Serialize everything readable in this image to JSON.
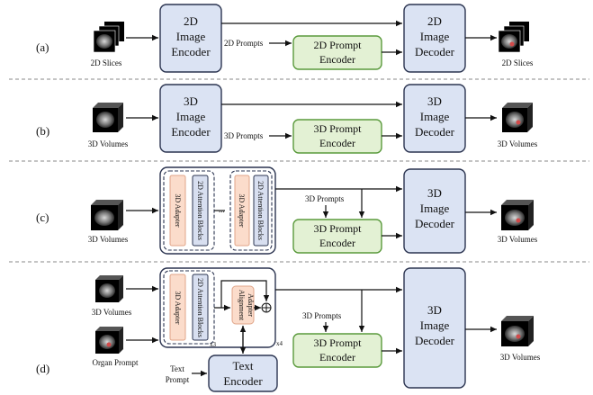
{
  "rows": {
    "a": {
      "label": "(a)",
      "input_caption": "2D Slices",
      "encoder": [
        "2D",
        "Image",
        "Encoder"
      ],
      "prompts": "2D Prompts",
      "prompt_encoder": [
        "2D Prompt",
        "Encoder"
      ],
      "decoder": [
        "2D",
        "Image",
        "Decoder"
      ],
      "output_caption": "2D Slices"
    },
    "b": {
      "label": "(b)",
      "input_caption": "3D Volumes",
      "encoder": [
        "3D",
        "Image",
        "Encoder"
      ],
      "prompts": "3D Prompts",
      "prompt_encoder": [
        "3D Prompt",
        "Encoder"
      ],
      "decoder": [
        "3D",
        "Image",
        "Decoder"
      ],
      "output_caption": "3D Volumes"
    },
    "c": {
      "label": "(c)",
      "input_caption": "3D Volumes",
      "adapter": "3D Adapter",
      "attention": "2D Attention Blocks",
      "ellipsis": "...",
      "prompts": "3D Prompts",
      "prompt_encoder": [
        "3D Prompt",
        "Encoder"
      ],
      "decoder": [
        "3D",
        "Image",
        "Decoder"
      ],
      "output_caption": "3D Volumes"
    },
    "d": {
      "label": "(d)",
      "input_caption": "3D Volumes",
      "organ_caption": "Organ Prompt",
      "adapter": "3D Adapter",
      "attention": "2D Attention Blocks",
      "alignment": [
        "Alignment",
        "Adapter"
      ],
      "x3": "x3",
      "x4": "x4",
      "text_prompt": [
        "Text",
        "Prompt"
      ],
      "text_encoder": [
        "Text",
        "Encoder"
      ],
      "prompts": "3D Prompts",
      "prompt_encoder": [
        "3D Prompt",
        "Encoder"
      ],
      "decoder": [
        "3D",
        "Image",
        "Decoder"
      ],
      "output_caption": "3D Volumes"
    }
  },
  "colors": {
    "image_blocks": "#dbe3f3",
    "prompt_encoder": "#e3f1d4",
    "adapter": "#fbdccb",
    "outline": "#2b3450"
  }
}
